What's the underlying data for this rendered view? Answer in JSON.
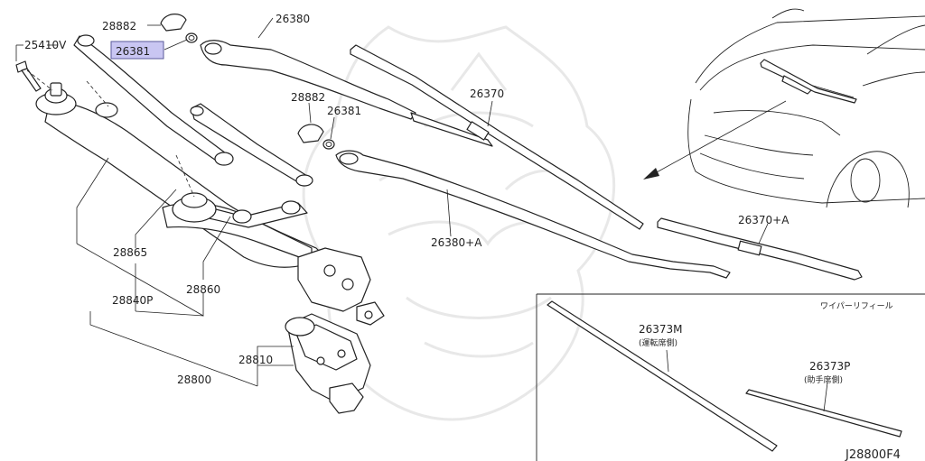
{
  "parts": {
    "p28882_top": "28882",
    "p26381_top": "26381",
    "p25410V": "25410V",
    "p26380": "26380",
    "p28882_mid": "28882",
    "p26381_mid": "26381",
    "p26370": "26370",
    "p28865": "28865",
    "p26380A": "26380+A",
    "p26370A": "26370+A",
    "p28840P": "28840P",
    "p28860": "28860",
    "p28810": "28810",
    "p28800": "28800"
  },
  "inset": {
    "title": "ワイパーリフィール",
    "refill_driver_code": "26373M",
    "refill_driver_side": "(運転席側)",
    "refill_passenger_code": "26373P",
    "refill_passenger_side": "(助手席側)"
  },
  "diagram_id": "J28800F4",
  "colors": {
    "highlight": "#c9c6f2"
  }
}
